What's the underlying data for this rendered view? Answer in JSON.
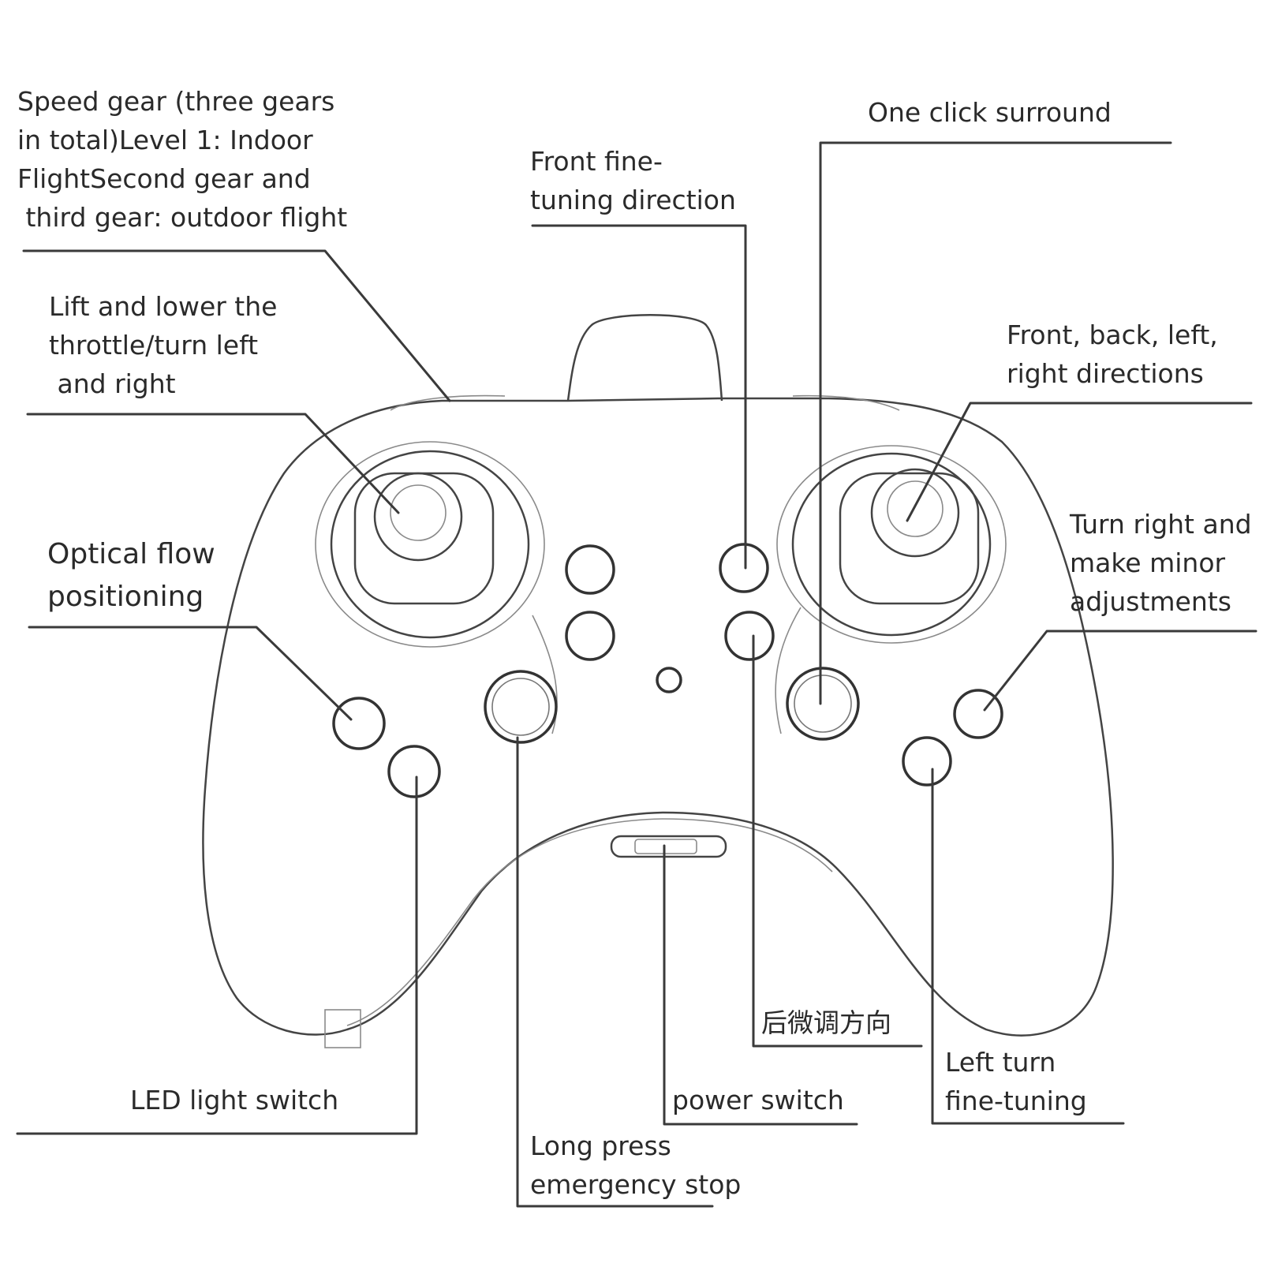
{
  "labels": {
    "speed_gear": [
      "Speed gear (three gears",
      "in total)Level 1: Indoor",
      "FlightSecond gear and",
      " third gear: outdoor flight"
    ],
    "lift_lower": [
      "Lift and lower the",
      "throttle/turn left",
      " and right"
    ],
    "optical_flow": [
      "Optical flow",
      "positioning"
    ],
    "led_switch": [
      "LED light switch"
    ],
    "front_fine_tuning": [
      "Front fine-",
      "tuning direction"
    ],
    "one_click_surround": [
      "One click surround"
    ],
    "front_back_left_right": [
      "Front, back, left,",
      "right directions"
    ],
    "turn_right": [
      "Turn right and",
      "make minor",
      "adjustments"
    ],
    "back_fine_tuning_cn": [
      "后微调方向"
    ],
    "left_turn": [
      "Left turn",
      "fine-tuning"
    ],
    "power_switch": [
      "power switch"
    ],
    "emergency_stop": [
      "Long press",
      "emergency stop"
    ]
  }
}
